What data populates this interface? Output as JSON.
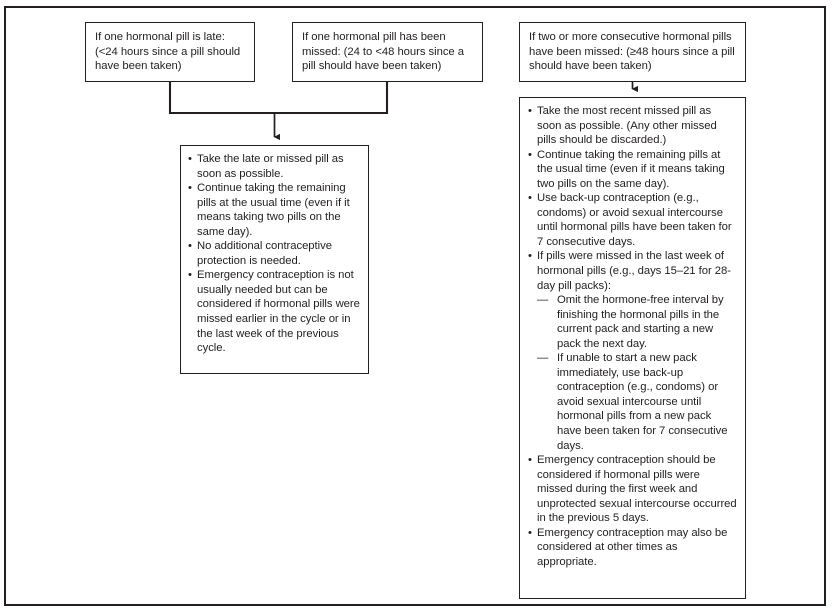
{
  "figure": {
    "title_alt": "Flowchart for management of late or missed combined oral contraceptive pills"
  },
  "boxes": {
    "late": {
      "text": "If one hormonal pill is late: (<24 hours since a pill should have been taken)"
    },
    "missed_one": {
      "text": "If one hormonal pill has been missed: (24 to <48 hours since a pill should have been taken)"
    },
    "missed_two": {
      "text": "If two or more consecutive hormonal pills have been missed: (≥48 hours since a pill should have been taken)"
    },
    "outcome_left": {
      "bullet_char": "•",
      "items": [
        "Take the late or missed pill as soon as possible.",
        "Continue taking the remaining pills at the usual time (even if it means taking two pills on the same day).",
        "No additional contraceptive protection is needed.",
        "Emergency contraception is not usually needed but can be considered if hormonal pills were missed earlier in the cycle or in the last week of the previous cycle."
      ]
    },
    "outcome_right": {
      "bullet_char": "•",
      "dash_char": "—",
      "item_1": "Take the most recent missed pill as soon as possible. (Any other missed pills should be discarded.)",
      "item_2": "Continue taking the remaining pills at the usual time (even if it means taking two pills on the same day).",
      "item_3": "Use back-up contraception (e.g., condoms) or avoid sexual intercourse until hormonal pills have been taken for 7 consecutive days.",
      "item_4": "If pills were missed in the last week of hormonal pills (e.g., days 15–21 for 28-day pill packs):",
      "item_4_sub_1": "Omit the hormone-free interval by finishing the hormonal pills in the current pack and starting a new pack the next day.",
      "item_4_sub_2": "If unable to start a new pack immediately, use back-up contraception (e.g., condoms) or avoid sexual intercourse until hormonal pills from a new pack have been taken for 7 consecutive days.",
      "item_5": "Emergency contraception should be considered if hormonal pills were missed during the first week and unprotected sexual intercourse occurred in the previous 5 days.",
      "item_6": "Emergency contraception may also be considered at other times as appropriate."
    }
  },
  "colors": {
    "line": "#231f20",
    "text": "#231f20",
    "background": "#ffffff"
  }
}
